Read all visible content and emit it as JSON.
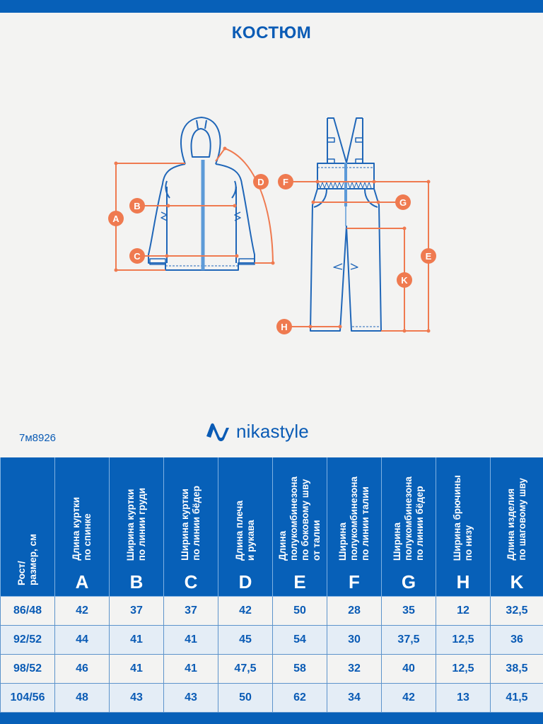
{
  "header": {
    "title": "КОСТЮМ"
  },
  "diagram": {
    "jacket_markers": [
      "A",
      "B",
      "C",
      "D"
    ],
    "pants_markers": [
      "E",
      "F",
      "G",
      "H",
      "K"
    ],
    "marker_color": "#ef7a50",
    "line_color": "#1f66b8"
  },
  "product": {
    "article": "7м8926",
    "brand": "nikastyle"
  },
  "table": {
    "columns": [
      {
        "label": "Рост/\nразмер, см",
        "letter": ""
      },
      {
        "label": "Длина куртки\nпо спинке",
        "letter": "A"
      },
      {
        "label": "Ширина куртки\nпо линии груди",
        "letter": "B"
      },
      {
        "label": "Ширина куртки\nпо линии бёдер",
        "letter": "C"
      },
      {
        "label": "Длина плеча\nи рукава",
        "letter": "D"
      },
      {
        "label": "Длина\nполукомбинезона\nпо боковому шву\nот талии",
        "letter": "E"
      },
      {
        "label": "Ширина\nполукомбинезона\nпо линии талии",
        "letter": "F"
      },
      {
        "label": "Ширина\nполукомбинезона\nпо линии бёдер",
        "letter": "G"
      },
      {
        "label": "Ширина брючины\nпо низу",
        "letter": "H"
      },
      {
        "label": "Длина изделия\nпо шаговому шву",
        "letter": "K"
      }
    ],
    "rows": [
      [
        "86/48",
        "42",
        "37",
        "37",
        "42",
        "50",
        "28",
        "35",
        "12",
        "32,5"
      ],
      [
        "92/52",
        "44",
        "41",
        "41",
        "45",
        "54",
        "30",
        "37,5",
        "12,5",
        "36"
      ],
      [
        "98/52",
        "46",
        "41",
        "41",
        "47,5",
        "58",
        "32",
        "40",
        "12,5",
        "38,5"
      ],
      [
        "104/56",
        "48",
        "43",
        "43",
        "50",
        "62",
        "34",
        "42",
        "13",
        "41,5"
      ]
    ]
  },
  "colors": {
    "brand_blue": "#0760b8",
    "text_blue": "#0a5bb5",
    "accent_orange": "#ef7a50",
    "background": "#f3f3f2"
  }
}
